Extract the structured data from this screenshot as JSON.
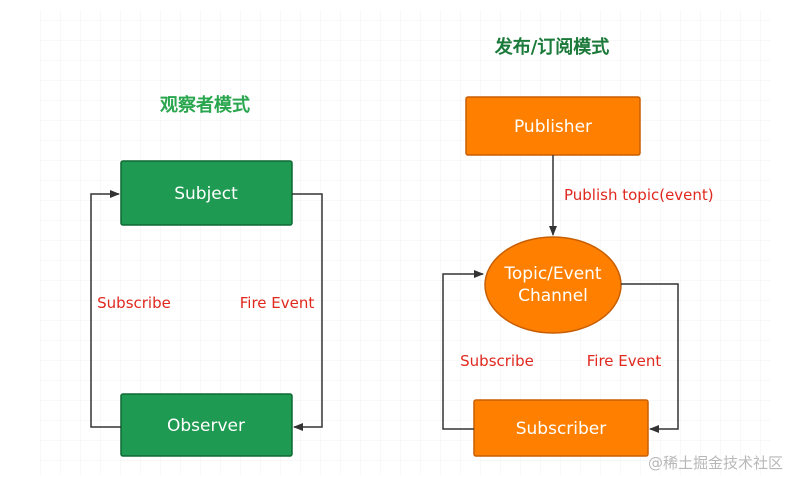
{
  "colors": {
    "green_fill": "#1f9a52",
    "green_stroke": "#0f6a35",
    "orange_fill": "#ff8000",
    "orange_stroke": "#c85e00",
    "label_red": "#e0281e",
    "title_green": "#2aa64f",
    "title_dark_green": "#1b7a3a",
    "arrow": "#333333",
    "grid": "#f0f0f0"
  },
  "observer_pattern": {
    "title": "观察者模式",
    "subject_label": "Subject",
    "observer_label": "Observer",
    "subscribe_label": "Subscribe",
    "fire_event_label": "Fire Event"
  },
  "pubsub_pattern": {
    "title": "发布/订阅模式",
    "publisher_label": "Publisher",
    "publish_edge_label": "Publish topic(event)",
    "channel_label_line1": "Topic/Event",
    "channel_label_line2": "Channel",
    "subscriber_label": "Subscriber",
    "subscribe_label": "Subscribe",
    "fire_event_label": "Fire Event"
  },
  "watermark": "@稀土掘金技术社区"
}
